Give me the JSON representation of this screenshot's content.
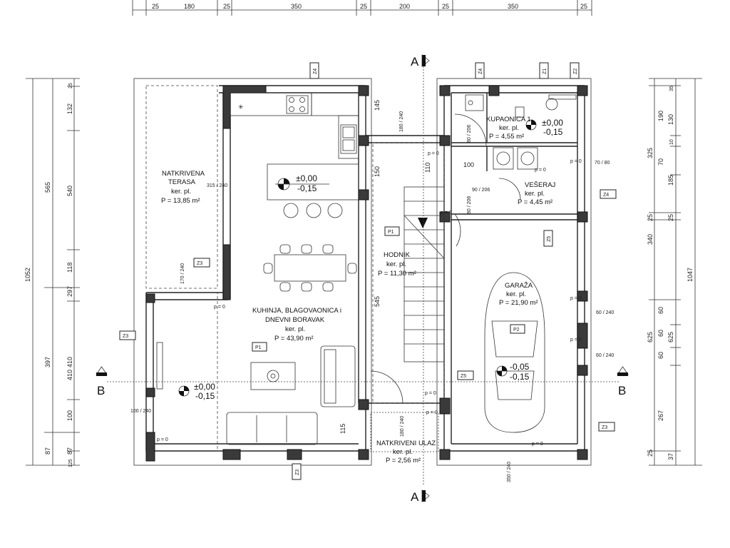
{
  "top_dims": [
    "25",
    "180",
    "25",
    "350",
    "25",
    "200",
    "25",
    "350",
    "25"
  ],
  "left_dims_outer": [
    "1052"
  ],
  "left_dims_mid": [
    "565",
    "397",
    "87"
  ],
  "left_dims_inner": [
    "25",
    "132",
    "540",
    "118",
    "297",
    "410",
    "100",
    "87",
    "125"
  ],
  "right_dims_outer": [
    "1047"
  ],
  "right_dims_mid": [
    "325",
    "25",
    "340",
    "625",
    "25"
  ],
  "right_dims_inner": [
    "35",
    "130",
    "190",
    "10",
    "70",
    "185",
    "25",
    "60",
    "60",
    "60",
    "625",
    "267",
    "37"
  ],
  "section_marks": {
    "a": "A",
    "b": "B"
  },
  "tags": {
    "z1": "Z1",
    "z2": "Z2",
    "z3": "Z3",
    "z4": "Z4",
    "z5": "Z5",
    "p1": "P1",
    "p2": "P2"
  },
  "rooms": {
    "terasa": {
      "name1": "NATKRIVENA",
      "name2": "TERASA",
      "floor": "ker. pl.",
      "area": "P = 13,85 m²"
    },
    "kuhinja": {
      "name1": "KUHINJA, BLAGOVAONICA i",
      "name2": "DNEVNI BORAVAK",
      "floor": "ker. pl.",
      "area": "P = 43,90 m²"
    },
    "hodnik": {
      "name1": "HODNIK",
      "floor": "ker. pl.",
      "area": "P = 11,30 m²"
    },
    "kupaonica": {
      "name1": "KUPAONICA 1",
      "floor": "ker. pl.",
      "area": "P = 4,55 m²"
    },
    "veseraj": {
      "name1": "VEŠERAJ",
      "floor": "ker. pl.",
      "area": "P = 4,45 m²"
    },
    "garaza": {
      "name1": "GARAŽA",
      "floor": "ker. pl.",
      "area": "P = 21,90 m²"
    },
    "ulaz": {
      "name1": "NATKRIVENI ULAZ",
      "floor": "ker. pl.",
      "area": "P = 2,56 m²"
    }
  },
  "levels": {
    "kitchen": {
      "top": "±0,00",
      "bottom": "-0,15"
    },
    "terrace": {
      "top": "±0,00",
      "bottom": "-0,15"
    },
    "bath": {
      "top": "±0,00",
      "bottom": "-0,15"
    },
    "garage": {
      "top": "-0,05",
      "bottom": "-0,15"
    }
  },
  "small_labels": {
    "p0": "p = 0",
    "w315_240": "315 / 240",
    "w170_240": "170 / 240",
    "w100_240": "100 / 240",
    "d145": "145",
    "d150": "150",
    "d545": "545",
    "d115": "115",
    "d100": "100",
    "d90_206": "90 / 206",
    "d80_206": "80 / 206",
    "d110": "110",
    "d70_80": "70 / 80",
    "d60_240": "60 / 240",
    "d350_240": "350 / 240",
    "d180_240": "180 / 240"
  }
}
